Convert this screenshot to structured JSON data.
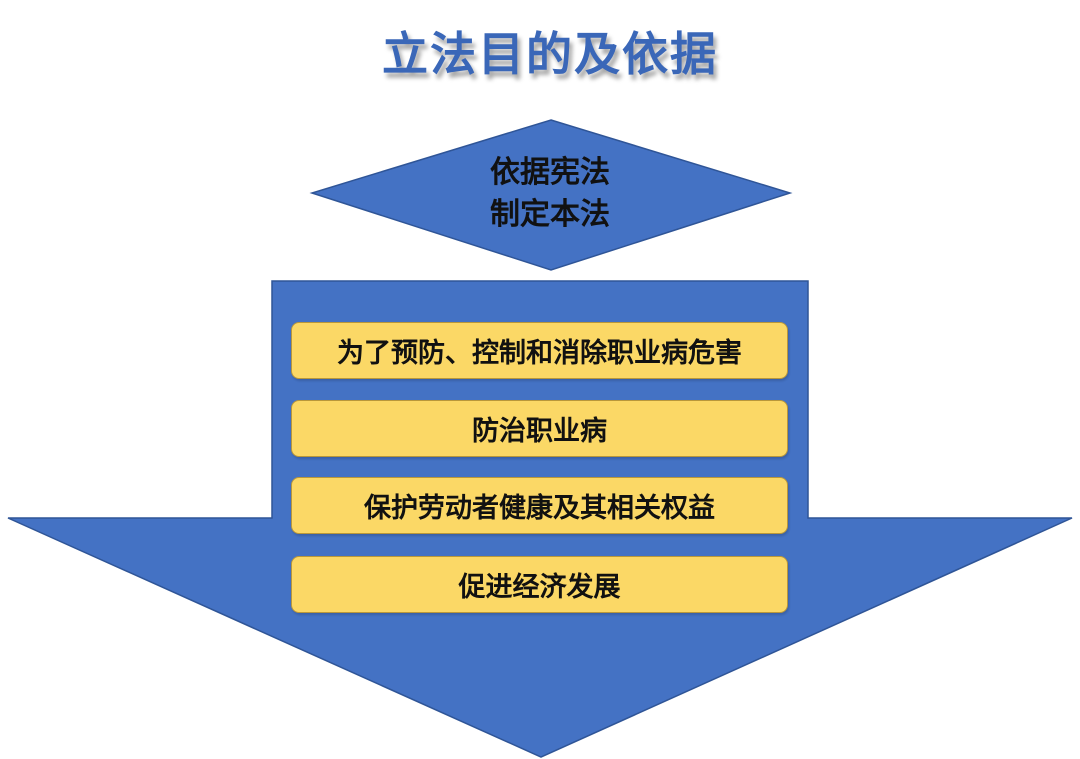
{
  "title": "立法目的及依据",
  "basis": {
    "line1": "依据宪法",
    "line2": "制定本法"
  },
  "purposes": [
    "为了预防、控制和消除职业病危害",
    "防治职业病",
    "保护劳动者健康及其相关权益",
    "促进经济发展"
  ],
  "colors": {
    "shape_fill": "#4472c4",
    "box_fill": "#fbd866",
    "title": "#3a67b8"
  }
}
